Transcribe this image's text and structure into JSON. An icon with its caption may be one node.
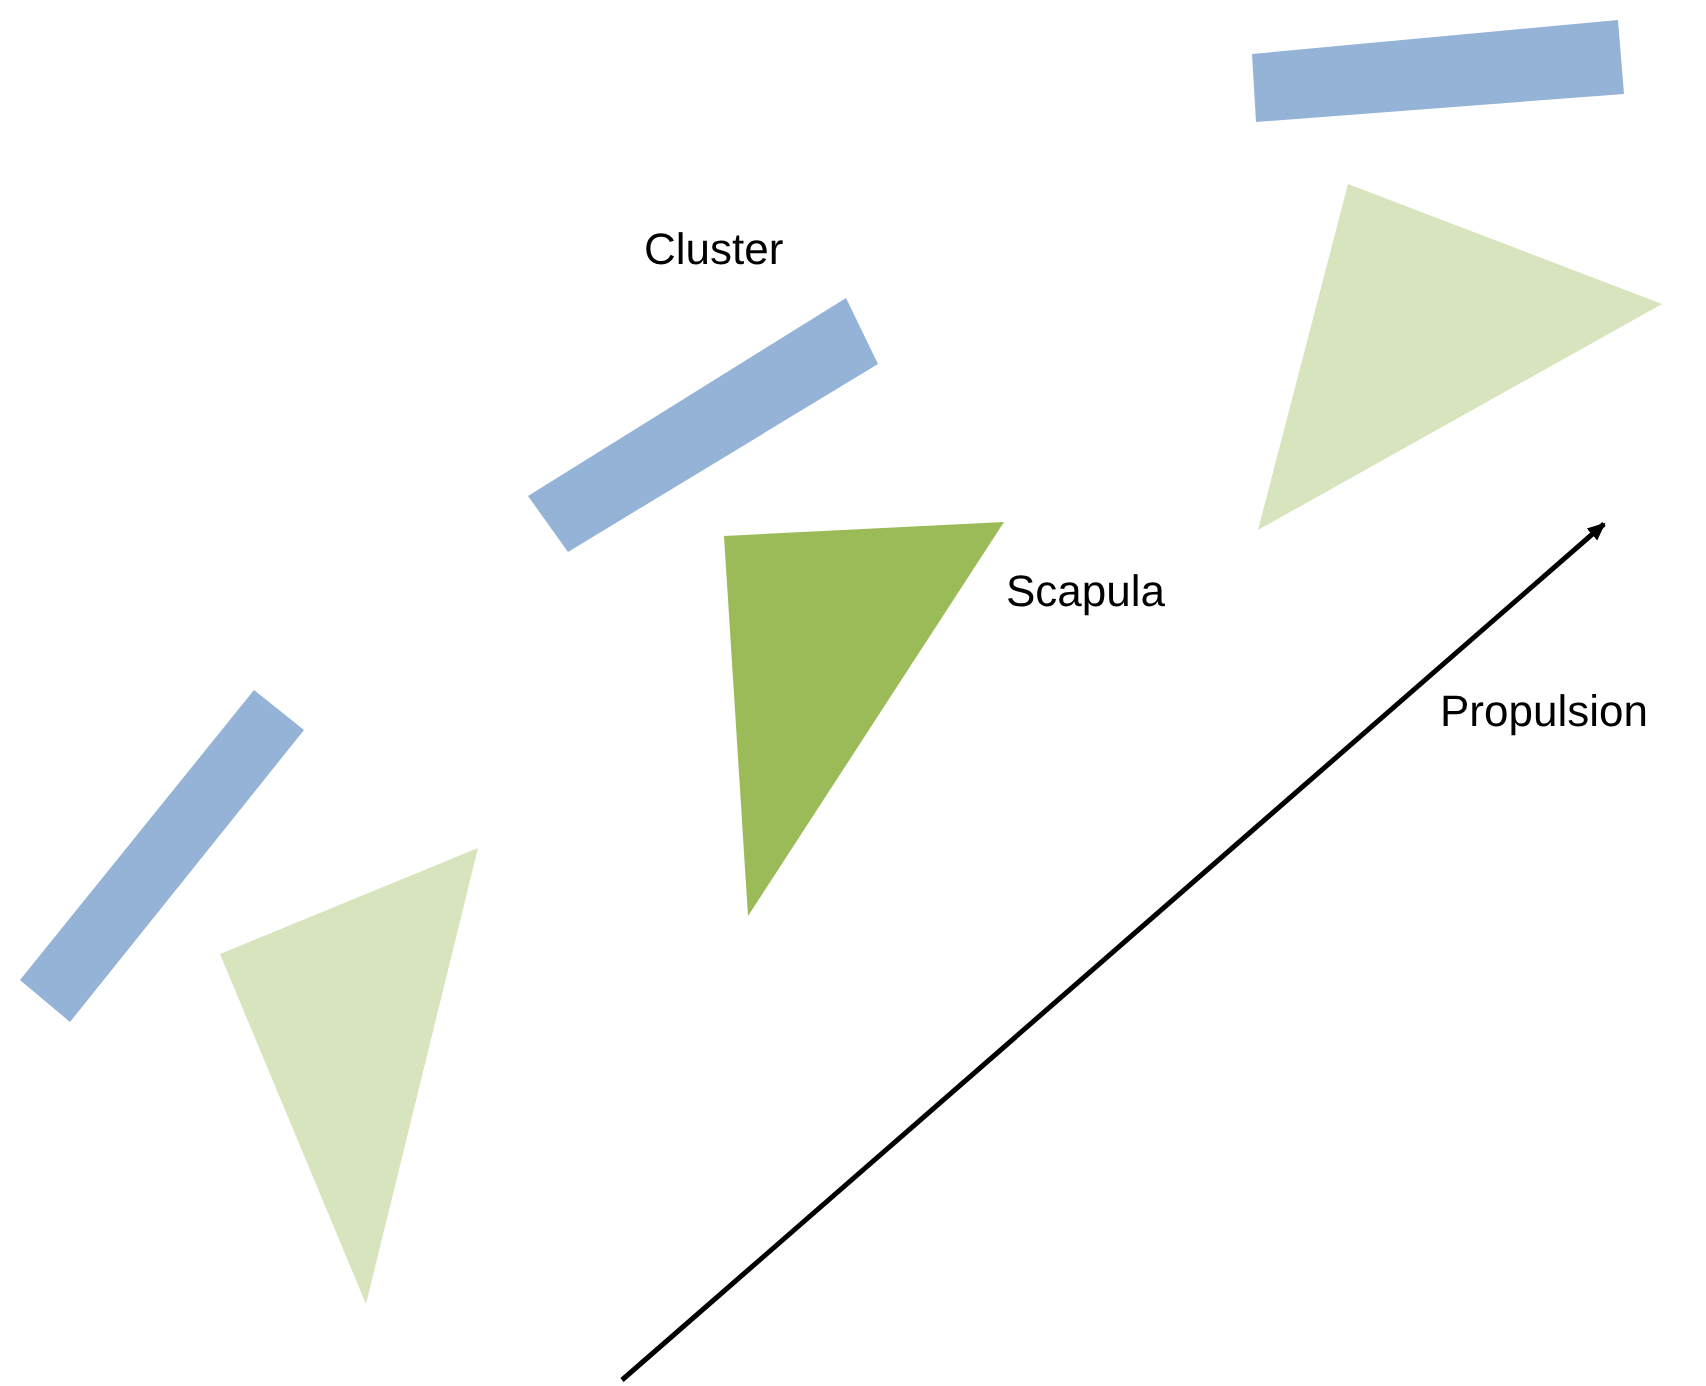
{
  "diagram": {
    "nodes": [
      {
        "text": [],
        "shape": "bar"
      },
      {
        "text": [],
        "shape": "triangle"
      },
      {
        "text": [],
        "shape": "bar",
        "beside": [
          "Cluster"
        ]
      },
      {
        "text": [],
        "shape": "triangle",
        "beside": [
          "Scapula"
        ]
      },
      {
        "text": [],
        "shape": "bar"
      },
      {
        "text": [],
        "shape": "triangle"
      }
    ],
    "labels": [
      "Propulsion"
    ]
  }
}
